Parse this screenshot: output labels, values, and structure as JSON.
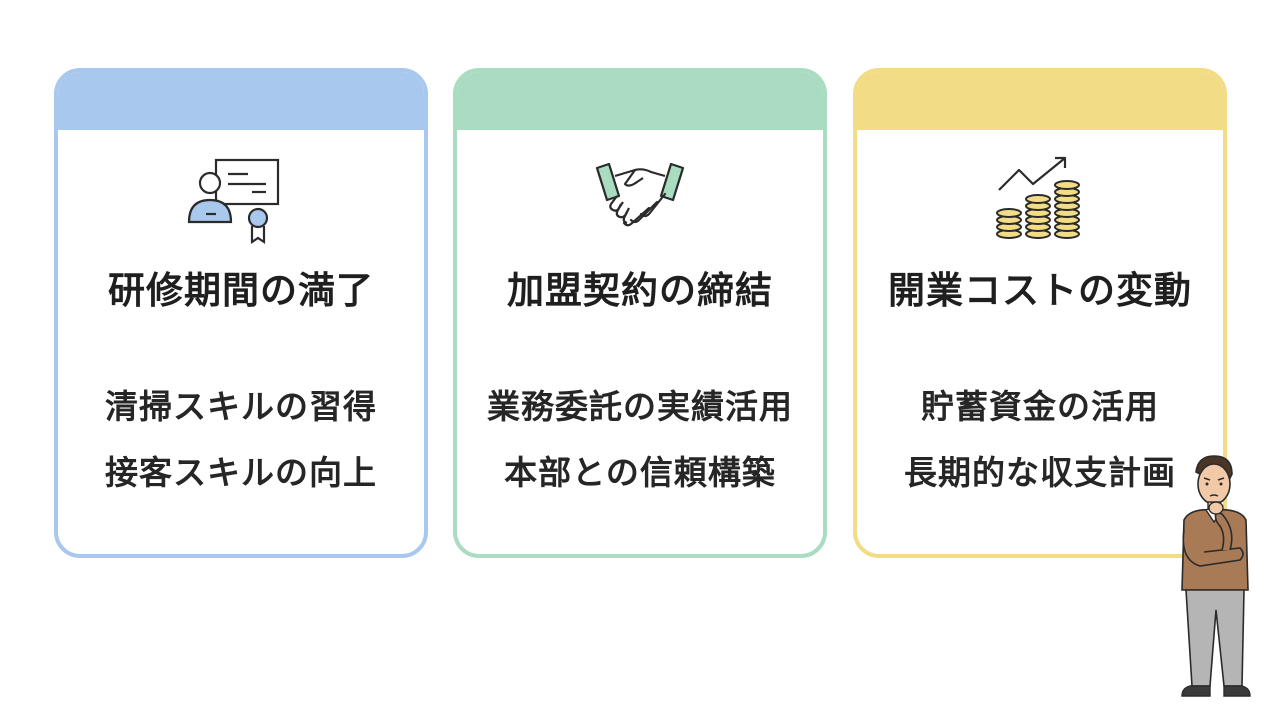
{
  "cards": [
    {
      "title": "研修期間の満了",
      "icon": "certificate-icon",
      "color": "#a9c8ee",
      "lines": [
        "清掃スキルの習得",
        "接客スキルの向上"
      ]
    },
    {
      "title": "加盟契約の締結",
      "icon": "handshake-icon",
      "color": "#a9dcc0",
      "lines": [
        "業務委託の実績活用",
        "本部との信頼構築"
      ]
    },
    {
      "title": "開業コストの変動",
      "icon": "coins-growth-icon",
      "color": "#f3dc86",
      "lines": [
        "貯蓄資金の活用",
        "長期的な収支計画"
      ]
    }
  ],
  "illustration": {
    "icon": "thinking-man-icon"
  }
}
